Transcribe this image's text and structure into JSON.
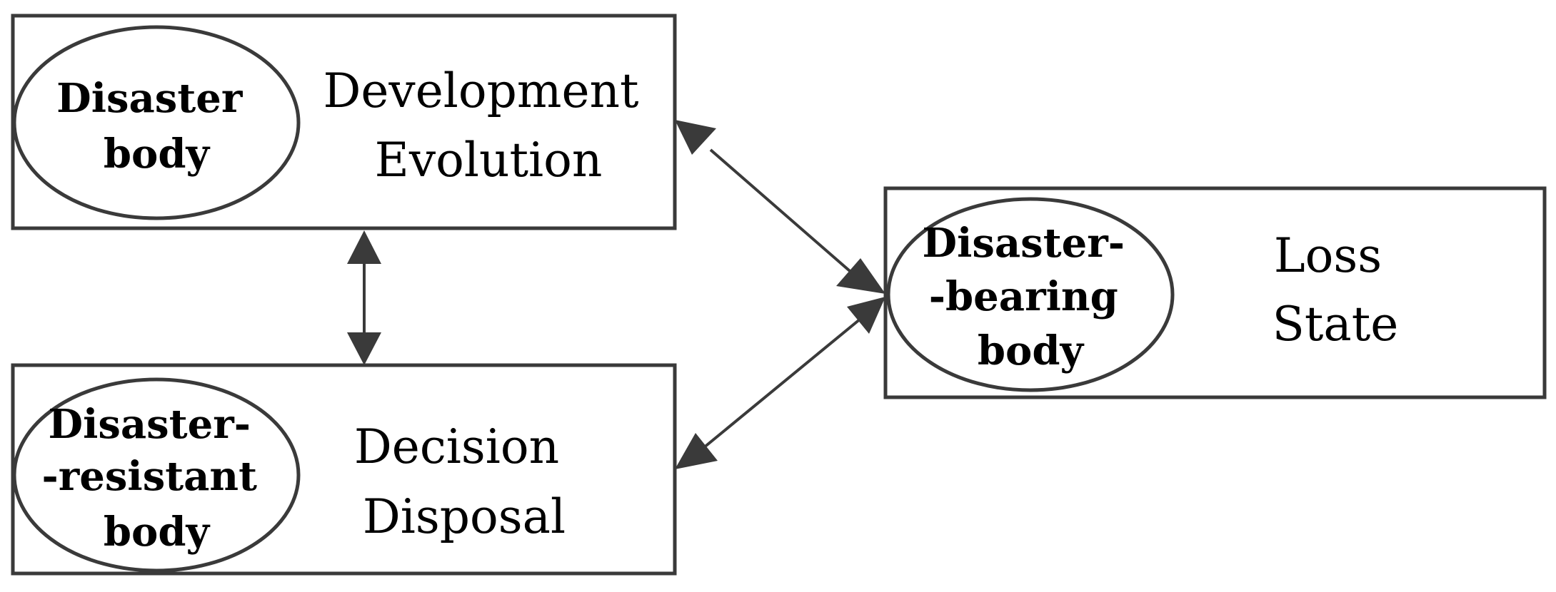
{
  "colors": {
    "line": "#3a3a3a",
    "text": "#000000",
    "background": "#ffffff"
  },
  "nodes": {
    "disaster_body": {
      "ellipse_lines": [
        "Disaster",
        "body"
      ],
      "box_lines": [
        "Development",
        "Evolution"
      ]
    },
    "disaster_resistant_body": {
      "ellipse_lines": [
        "Disaster-",
        "-resistant",
        "body"
      ],
      "box_lines": [
        "Decision",
        "Disposal"
      ]
    },
    "disaster_bearing_body": {
      "ellipse_lines": [
        "Disaster-",
        "-bearing",
        "body"
      ],
      "box_lines": [
        "Loss",
        "State"
      ]
    }
  },
  "edges": [
    {
      "from": "disaster_body",
      "to": "disaster_bearing_body",
      "direction": "bidirectional"
    },
    {
      "from": "disaster_resistant_body",
      "to": "disaster_bearing_body",
      "direction": "bidirectional"
    },
    {
      "from": "disaster_body",
      "to": "disaster_resistant_body",
      "direction": "bidirectional"
    }
  ]
}
